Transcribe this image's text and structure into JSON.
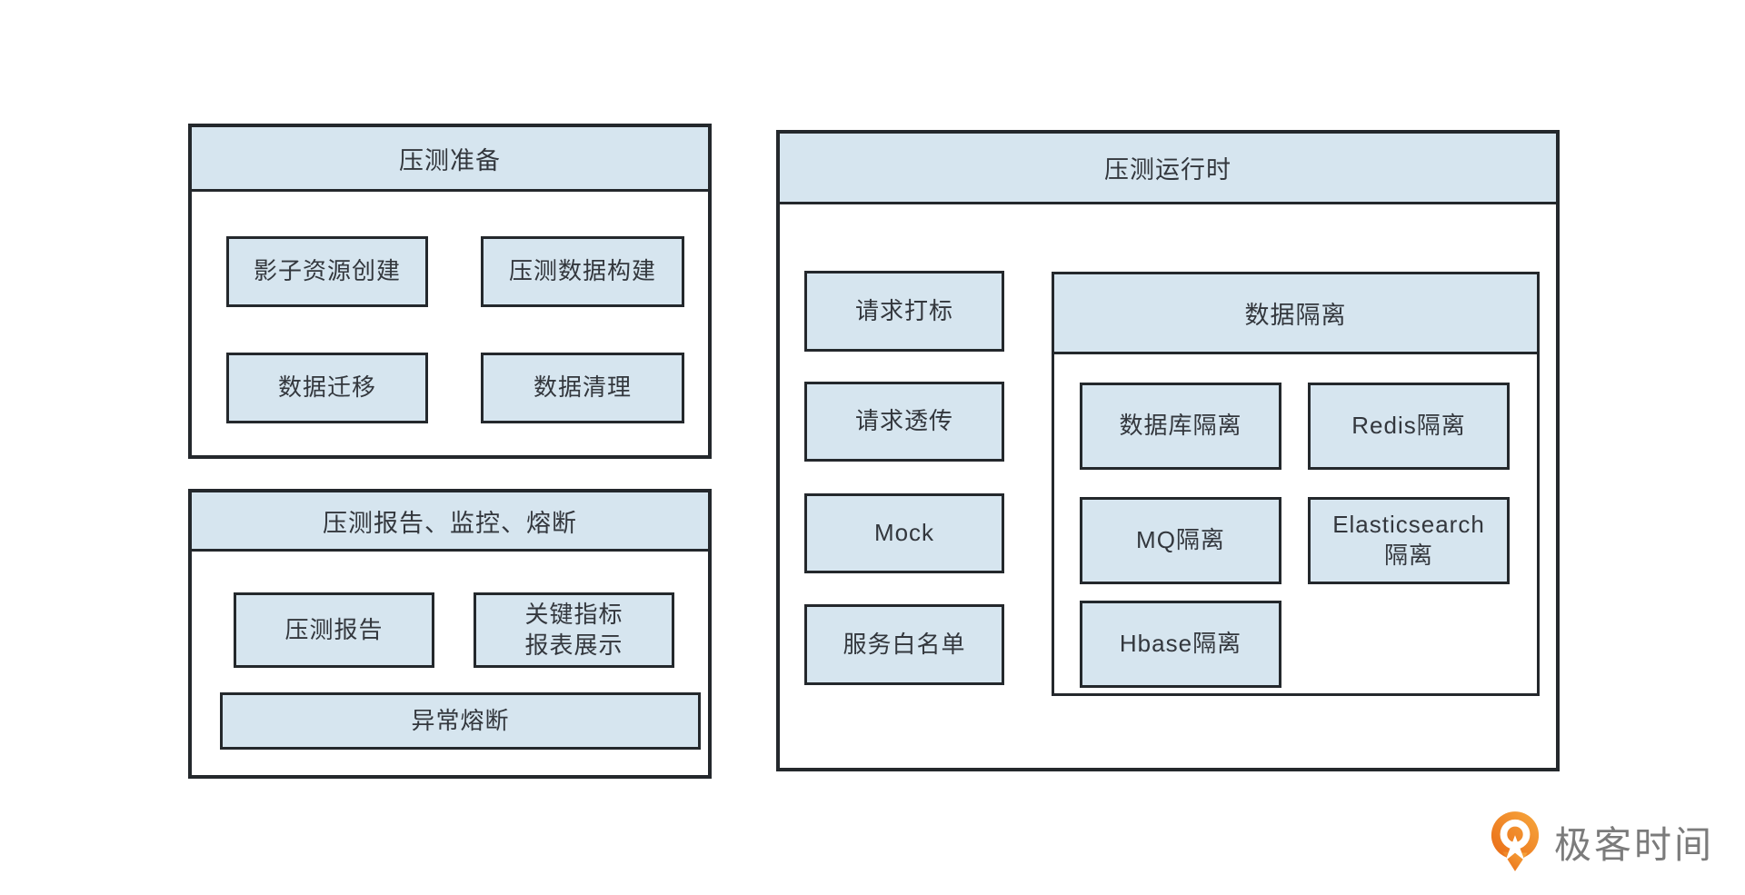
{
  "diagram": {
    "prep": {
      "title": "压测准备",
      "items": [
        {
          "label": "影子资源创建"
        },
        {
          "label": "压测数据构建"
        },
        {
          "label": "数据迁移"
        },
        {
          "label": "数据清理"
        }
      ]
    },
    "report": {
      "title": "压测报告、监控、熔断",
      "items": [
        {
          "label": "压测报告"
        },
        {
          "label": "关键指标\n报表展示"
        },
        {
          "label": "异常熔断"
        }
      ]
    },
    "runtime": {
      "title": "压测运行时",
      "items": [
        {
          "label": "请求打标"
        },
        {
          "label": "请求透传"
        },
        {
          "label": "Mock"
        },
        {
          "label": "服务白名单"
        }
      ],
      "isolation": {
        "title": "数据隔离",
        "items": [
          {
            "label": "数据库隔离"
          },
          {
            "label": "Redis隔离"
          },
          {
            "label": "MQ隔离"
          },
          {
            "label": "Elasticsearch\n隔离"
          },
          {
            "label": "Hbase隔离"
          }
        ]
      }
    }
  },
  "branding": {
    "logo_text": "极客时间"
  },
  "colors": {
    "box_fill": "#d6e5ef",
    "border": "#24282c",
    "text": "#33373d",
    "logo_text": "#7b7b7b",
    "logo_gradient_start": "#f7a83e",
    "logo_gradient_end": "#e96a15"
  }
}
